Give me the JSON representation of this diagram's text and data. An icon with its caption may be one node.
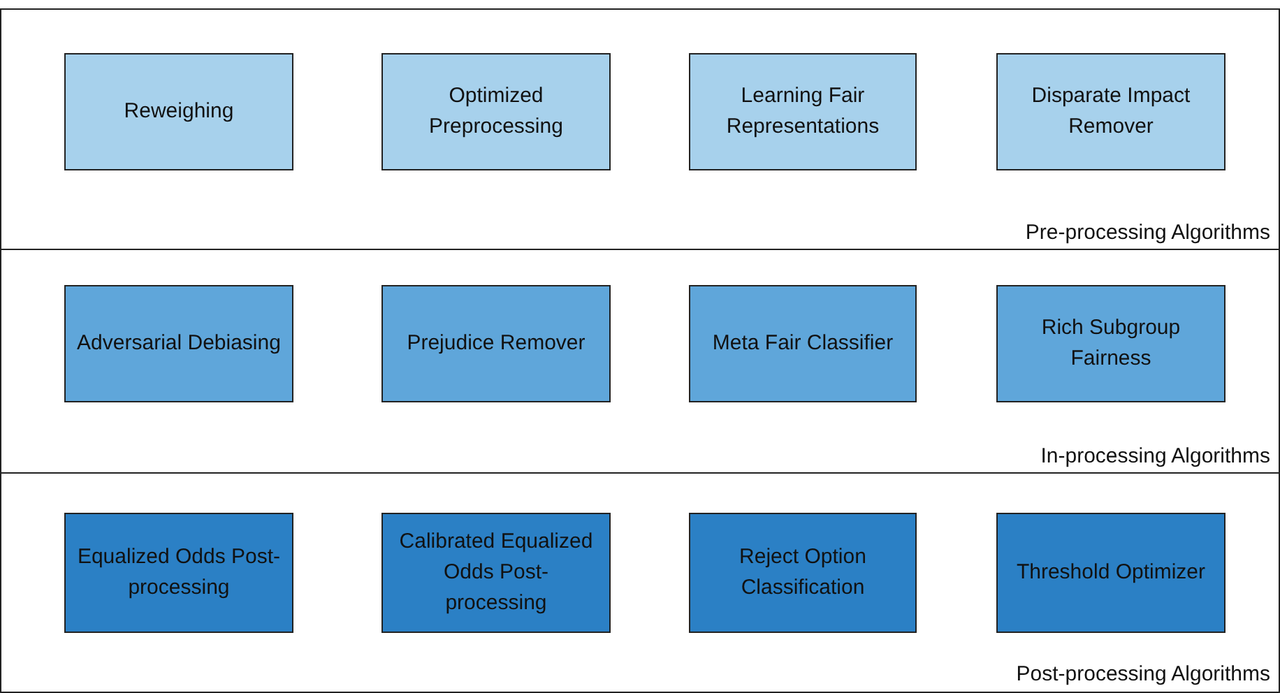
{
  "diagram": {
    "nodes": [
      {
        "text": [
          "Pre-processing Algorithms"
        ]
      },
      {
        "text": [
          "Reweighing"
        ],
        "in": 0
      },
      {
        "text": [
          "Optimized Preprocessing"
        ],
        "in": 0
      },
      {
        "text": [
          "Learning Fair Representations"
        ],
        "in": 0
      },
      {
        "text": [
          "Disparate Impact Remover"
        ],
        "in": 0
      },
      {
        "text": [
          "In-processing Algorithms"
        ]
      },
      {
        "text": [
          "Adversarial Debiasing"
        ],
        "in": 5
      },
      {
        "text": [
          "Prejudice Remover"
        ],
        "in": 5
      },
      {
        "text": [
          "Meta Fair Classifier"
        ],
        "in": 5
      },
      {
        "text": [
          "Rich Subgroup Fairness"
        ],
        "in": 5
      },
      {
        "text": [
          "Post-processing Algorithms"
        ]
      },
      {
        "text": [
          "Equalized Odds Post-processing"
        ],
        "in": 10
      },
      {
        "text": [
          "Calibrated Equalized Odds Post-processing"
        ],
        "in": 10
      },
      {
        "text": [
          "Reject Option Classification"
        ],
        "in": 10
      },
      {
        "text": [
          "Threshold Optimizer"
        ],
        "in": 10
      }
    ]
  }
}
